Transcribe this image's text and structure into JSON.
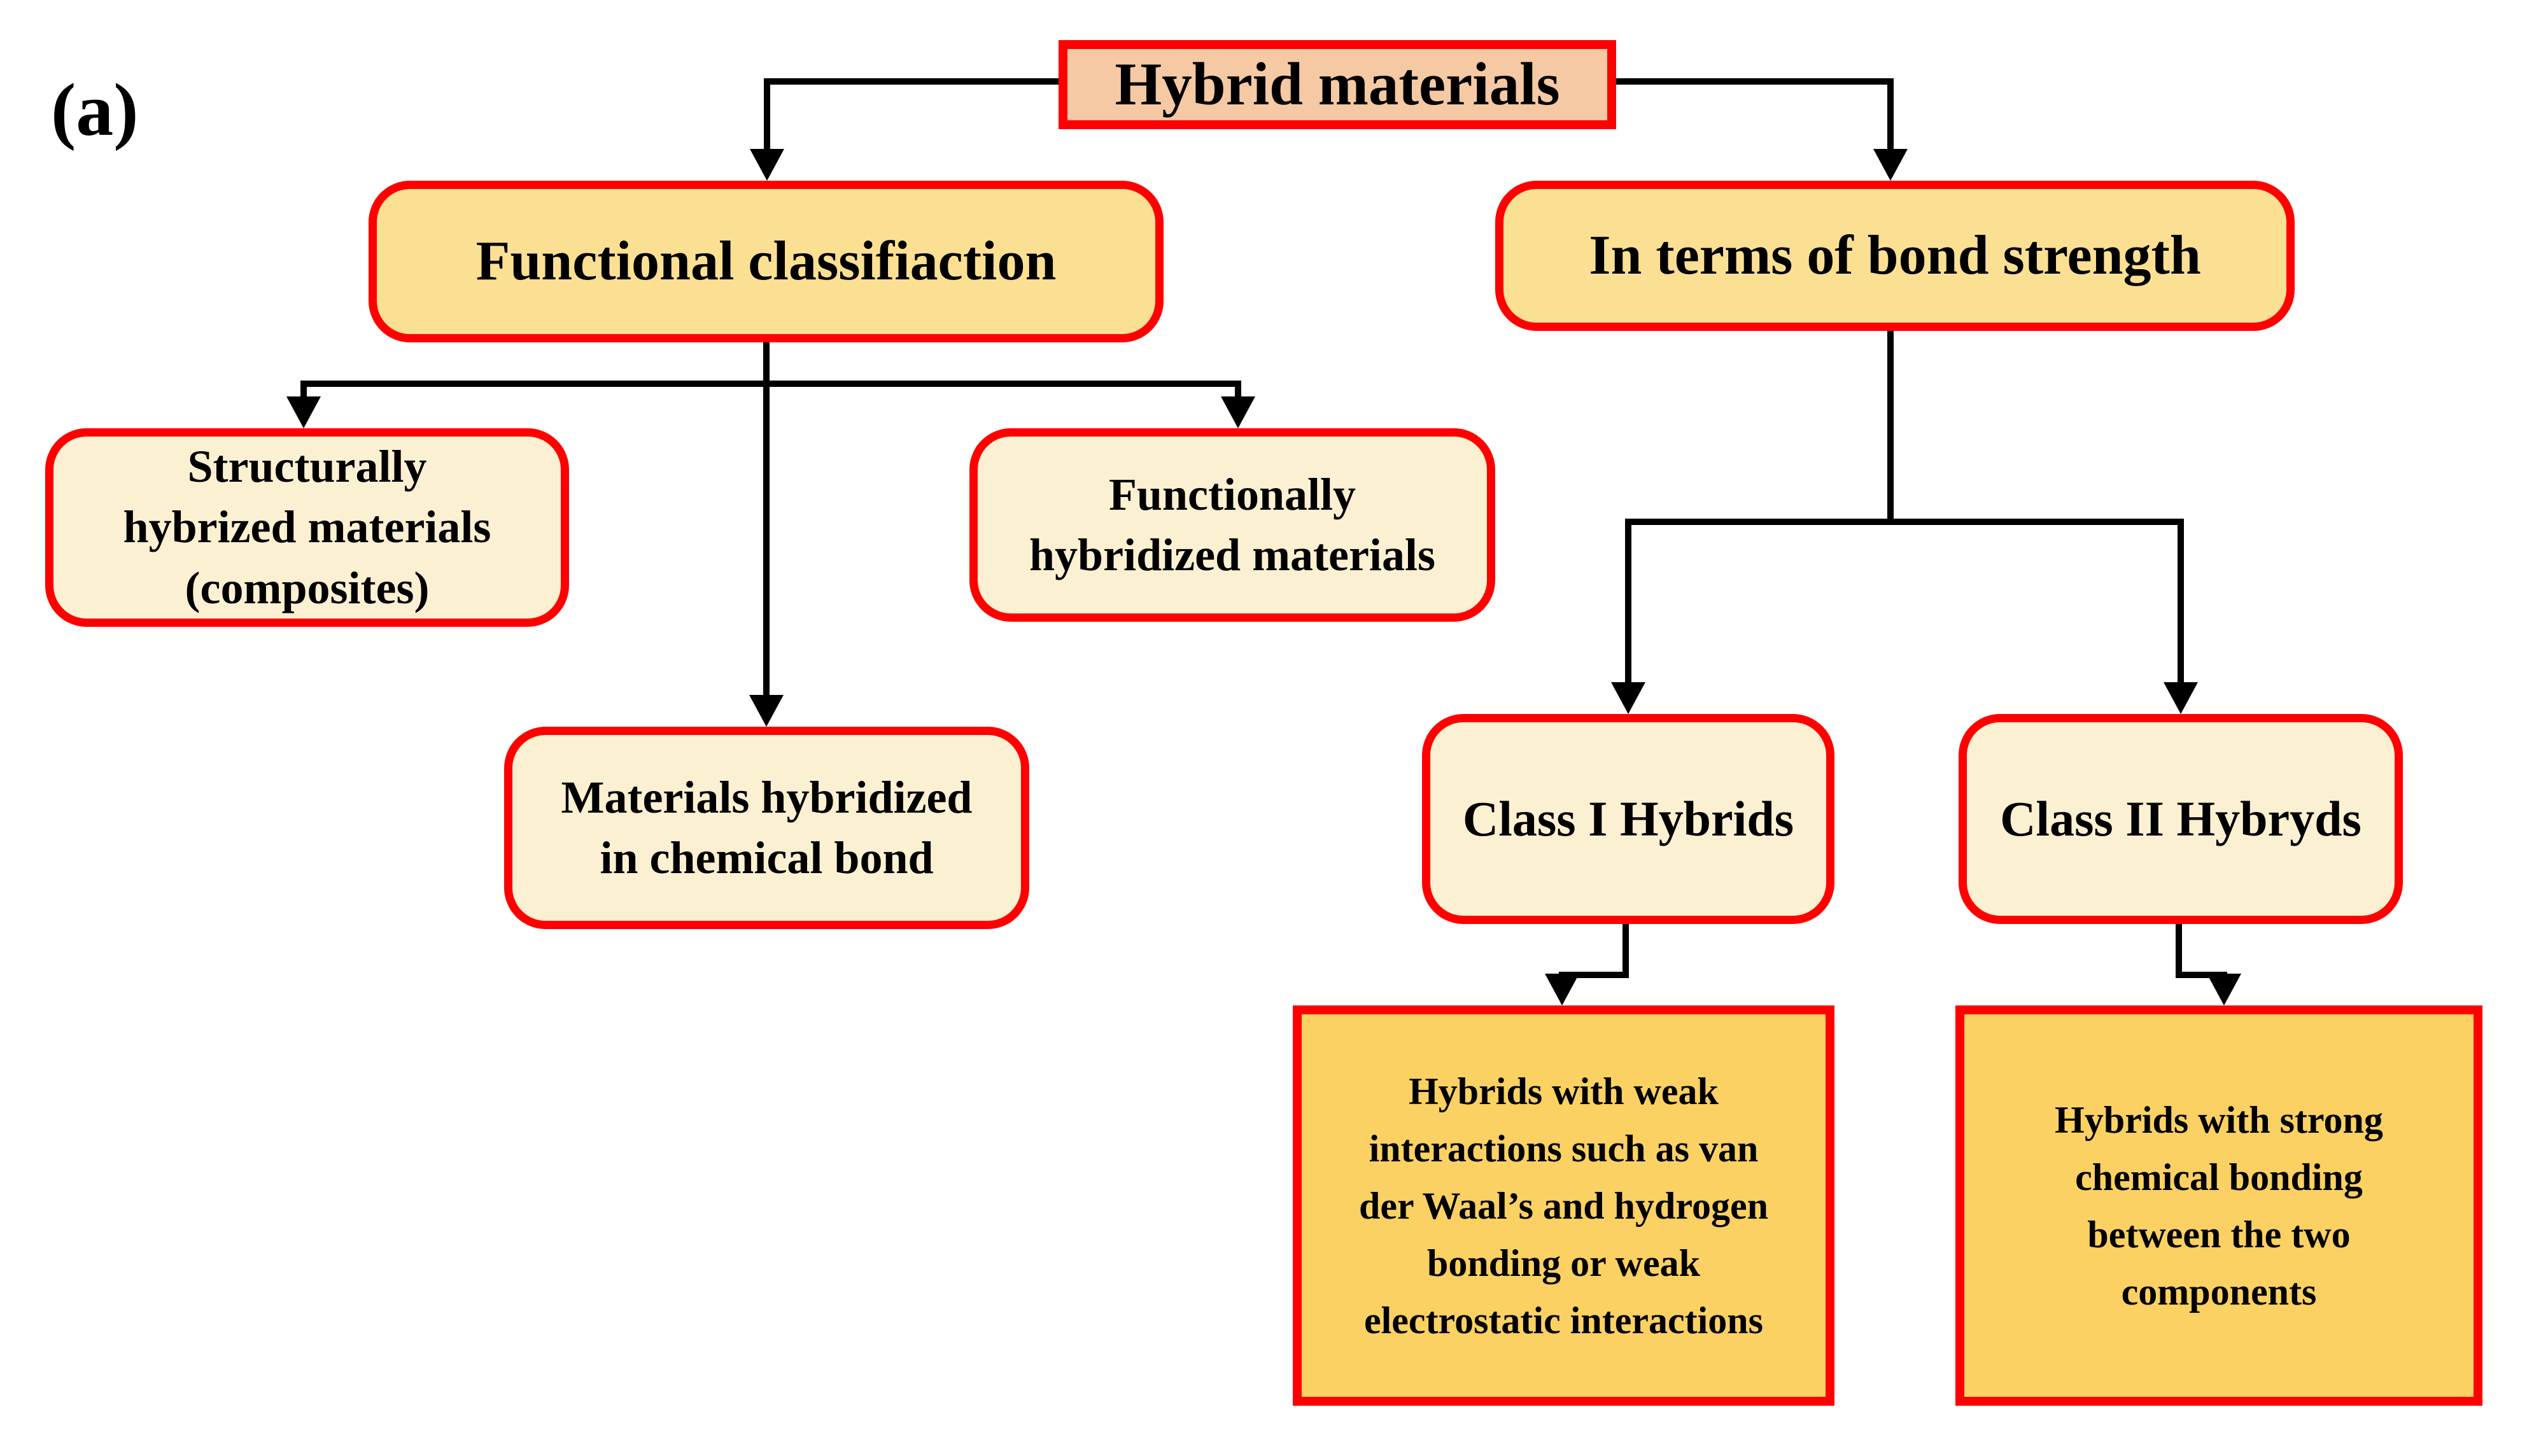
{
  "figure_label": "(a)",
  "colors": {
    "border_red": "#ff0000",
    "fill_salmon": "#f5c9a4",
    "fill_yellow": "#fbe093",
    "fill_cream": "#fcf0d2",
    "fill_gold": "#fad162",
    "line_black": "#000000"
  },
  "nodes": {
    "root": "Hybrid materials",
    "functional_header": "Functional classifiaction",
    "bond_header": "In terms of bond strength",
    "structural": "Structurally\nhybrized materials\n(composites)",
    "functionally": "Functionally\nhybridized materials",
    "chemical": "Materials hybridized\nin chemical bond",
    "class1": "Class I Hybrids",
    "class2": "Class II Hybryds",
    "class1_desc": "Hybrids with weak\ninteractions such as van\nder Waal’s and hydrogen\nbonding or weak\nelectrostatic interactions",
    "class2_desc": "Hybrids with strong\nchemical bonding\nbetween the two\ncomponents"
  }
}
